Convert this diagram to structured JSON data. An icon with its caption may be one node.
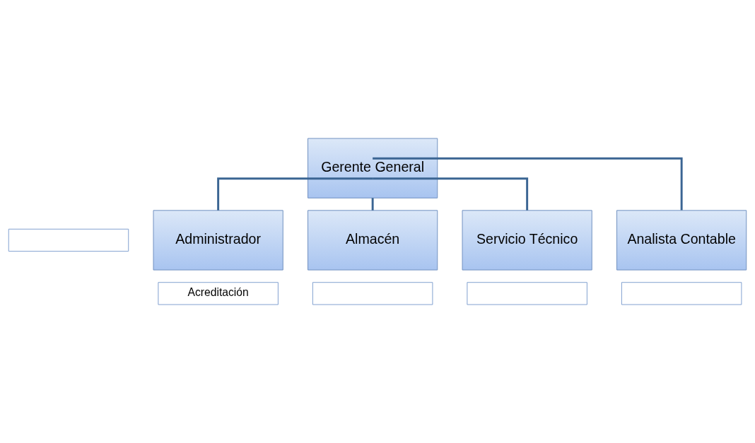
{
  "diagram": {
    "nodes": [
      {
        "text": [
          "Gerente General"
        ]
      },
      {
        "text": [],
        "shape": "box"
      },
      {
        "text": [
          "Administrador"
        ]
      },
      {
        "text": [
          "Acreditación"
        ]
      },
      {
        "text": [
          "Almacén"
        ]
      },
      {
        "text": [],
        "shape": "box"
      },
      {
        "text": [
          "Servicio Técnico"
        ]
      },
      {
        "text": [],
        "shape": "box"
      },
      {
        "text": [
          "Analista Contable"
        ]
      },
      {
        "text": [],
        "shape": "box"
      }
    ],
    "edges": [
      {
        "from": 0,
        "to": 2,
        "arrow": "none"
      },
      {
        "from": 0,
        "to": 4,
        "arrow": "none"
      },
      {
        "from": 0,
        "to": 6,
        "arrow": "none"
      },
      {
        "from": 0,
        "to": 8,
        "arrow": "none"
      }
    ]
  }
}
